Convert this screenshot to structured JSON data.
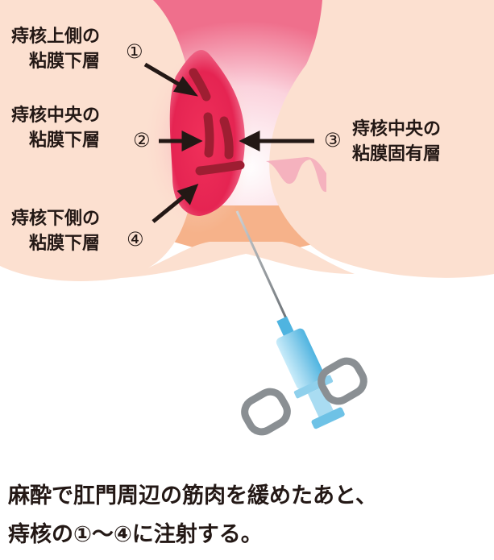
{
  "labels": {
    "upper": [
      "痔核上側の",
      "粘膜下層"
    ],
    "center": [
      "痔核中央の",
      "粘膜下層"
    ],
    "lower": [
      "痔核下側の",
      "粘膜下層"
    ],
    "lamina": [
      "痔核中央の",
      "粘膜固有層"
    ]
  },
  "markers": {
    "m1": "①",
    "m2": "②",
    "m3": "③",
    "m4": "④"
  },
  "caption": {
    "line1": "麻酔で肛門周辺の筋肉を緩めたあと、",
    "line2": "痔核の①～④に注射する。"
  },
  "colors": {
    "skin": "#fce0d0",
    "hemorrhoid": "#e8284e",
    "injection_site": "#9e1e32",
    "syringe": "#9fd6ee",
    "arrow": "#231815"
  }
}
